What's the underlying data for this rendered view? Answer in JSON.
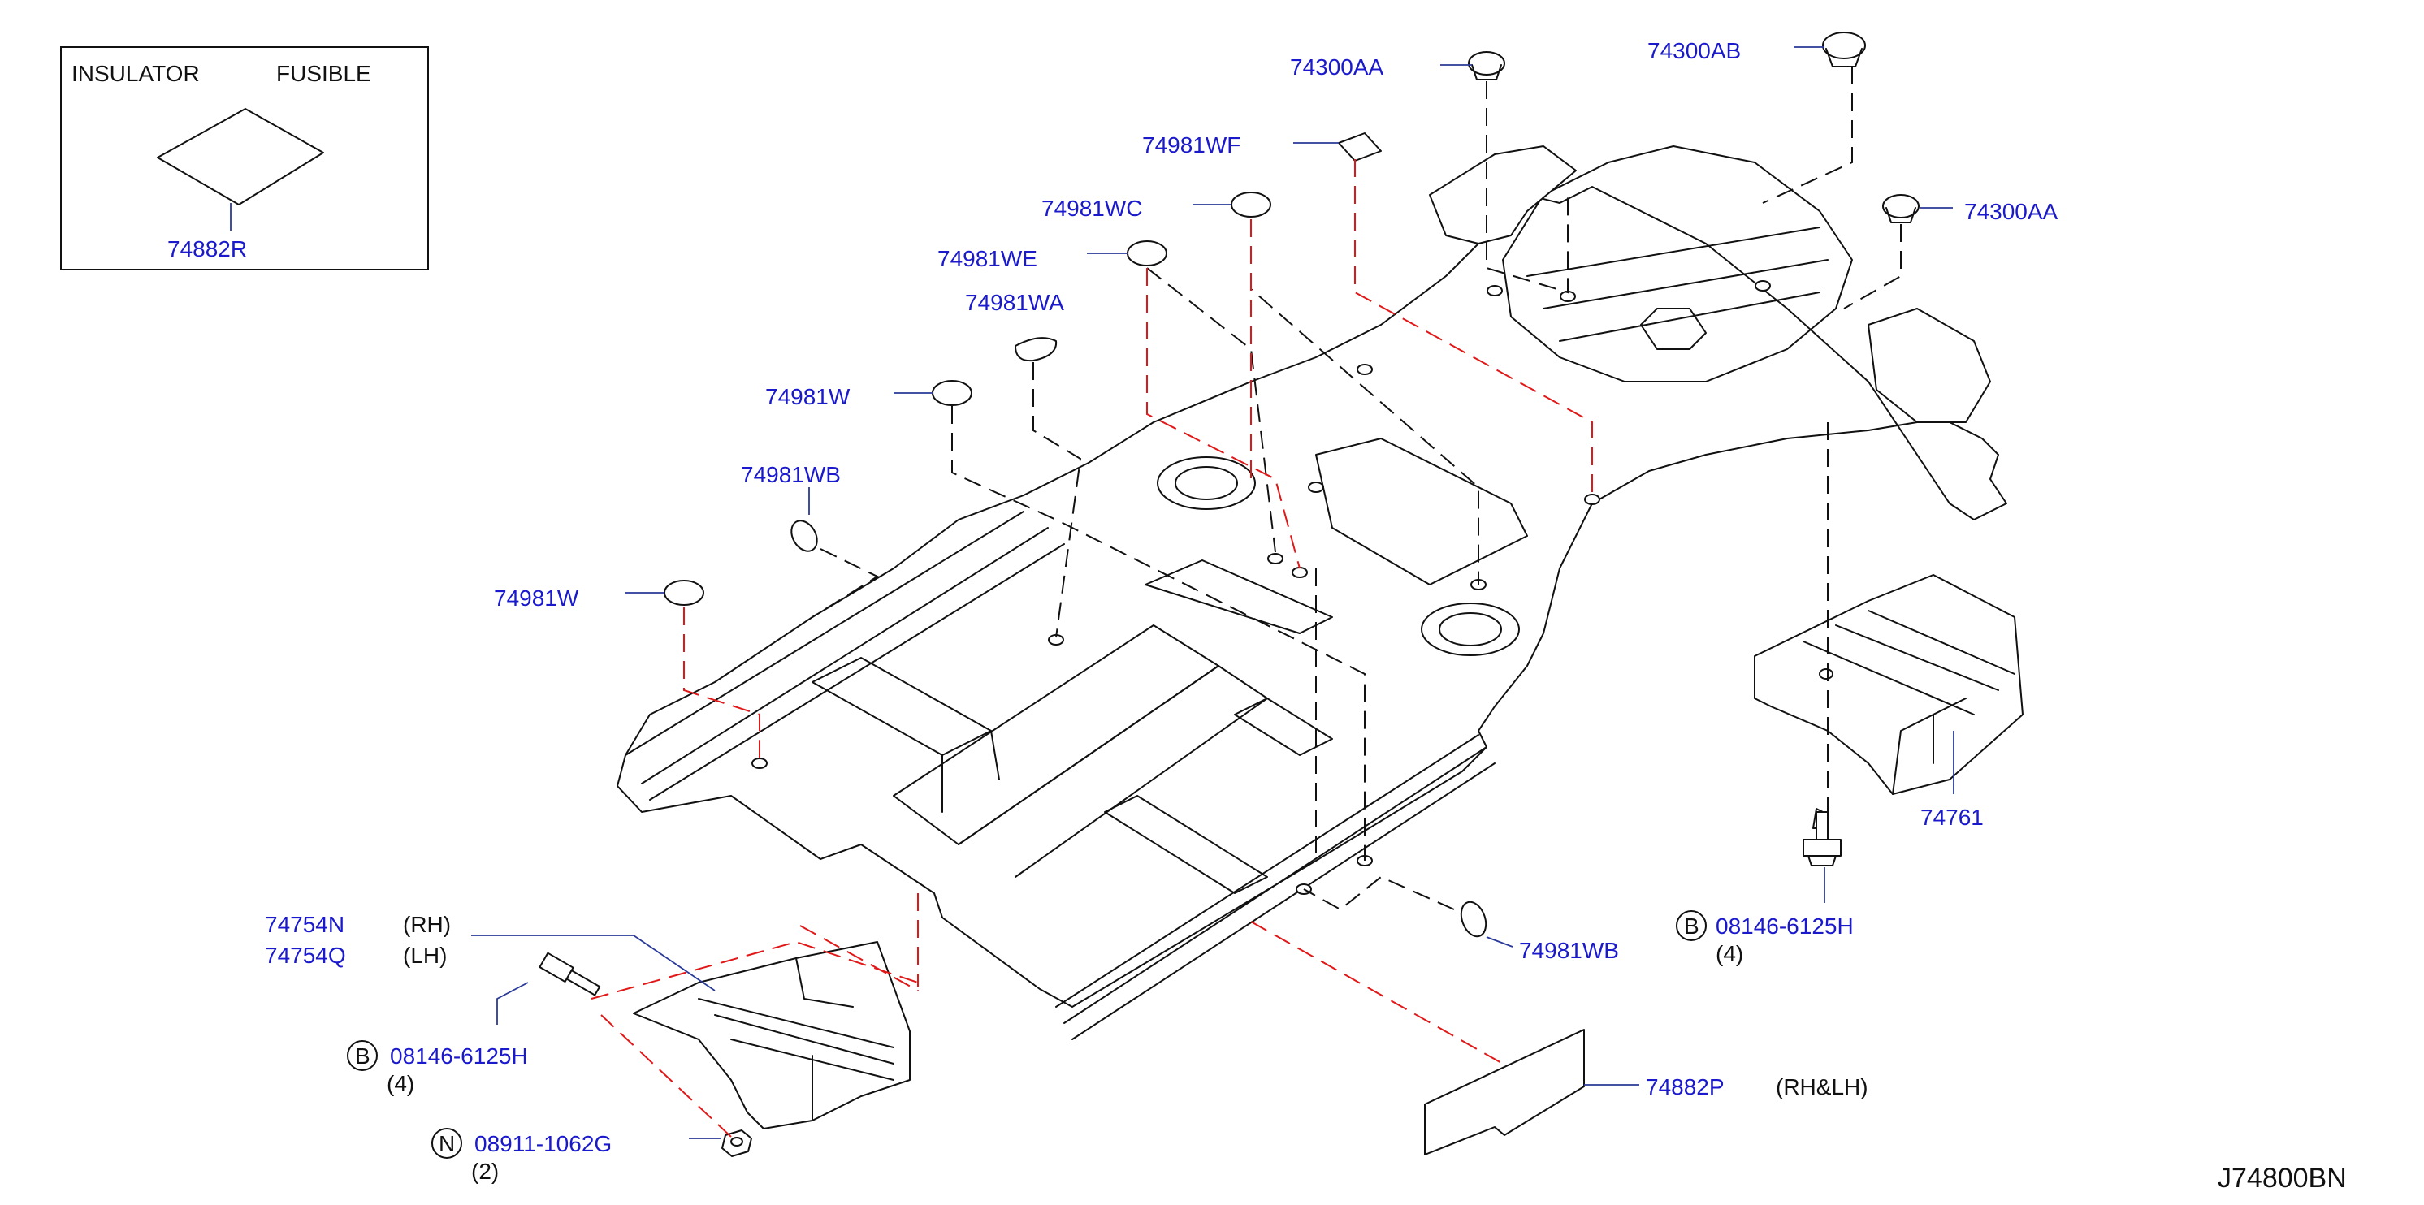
{
  "diagram_code": "J74800BN",
  "legend": {
    "left_label": "INSULATOR",
    "right_label": "FUSIBLE",
    "part": "74882R"
  },
  "callouts": {
    "p74300AA_top": "74300AA",
    "p74300AB": "74300AB",
    "p74300AA_right": "74300AA",
    "p74981WF": "74981WF",
    "p74981WC": "74981WC",
    "p74981WE": "74981WE",
    "p74981WA": "74981WA",
    "p74981W_upper": "74981W",
    "p74981WB_upper": "74981WB",
    "p74981W_lower": "74981W",
    "p74981WB_lower": "74981WB",
    "p74761": "74761",
    "p74754N": "74754N",
    "p74754Q": "74754Q",
    "p74882P": "74882P"
  },
  "qualifiers": {
    "rh": "(RH)",
    "lh": "(LH)",
    "rh_lh": "(RH&LH)"
  },
  "fasteners": {
    "bolt_right": {
      "badge": "B",
      "part": "08146-6125H",
      "qty": "(4)"
    },
    "bolt_left": {
      "badge": "B",
      "part": "08146-6125H",
      "qty": "(4)"
    },
    "nut": {
      "badge": "N",
      "part": "08911-1062G",
      "qty": "(2)"
    }
  }
}
